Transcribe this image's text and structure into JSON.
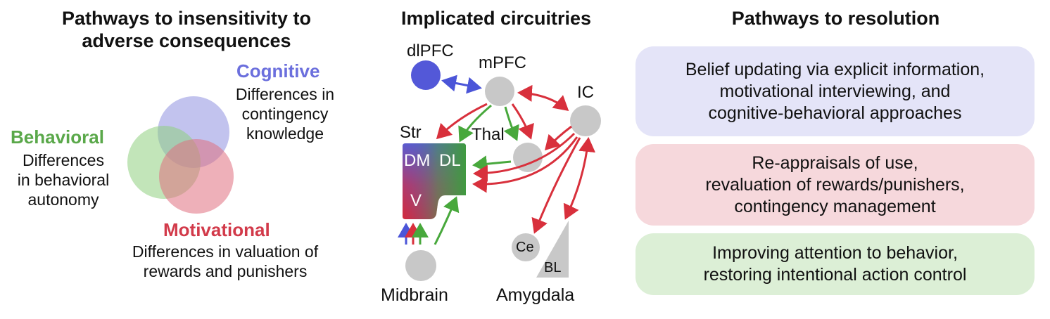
{
  "left": {
    "header": [
      "Pathways to insensitivity to",
      "adverse consequences"
    ],
    "cognitive": {
      "title": "Cognitive",
      "lines": [
        "Differences in",
        "contingency",
        "knowledge"
      ],
      "color": "#6b6fdd"
    },
    "behavioral": {
      "title": "Behavioral",
      "lines": [
        "Differences",
        "in behavioral",
        "autonomy"
      ],
      "color": "#5aa84a"
    },
    "motivational": {
      "title": "Motivational",
      "lines": [
        "Differences in valuation of",
        "rewards and punishers"
      ],
      "color": "#d23a4a"
    }
  },
  "middle": {
    "header": "Implicated circuitries",
    "nodes": {
      "dlpfc": "dlPFC",
      "mpfc": "mPFC",
      "ic": "IC",
      "str": "Str",
      "thal": "Thal",
      "dm": "DM",
      "dl": "DL",
      "v": "V",
      "ce": "Ce",
      "bl": "BL",
      "midbrain": "Midbrain",
      "amygdala": "Amygdala"
    }
  },
  "right": {
    "header": "Pathways to resolution",
    "boxes": [
      {
        "lines": [
          "Belief updating via explicit information,",
          "motivational interviewing, and",
          "cognitive-behavioral approaches"
        ],
        "color": "#e4e4f8"
      },
      {
        "lines": [
          "Re-appraisals of use,",
          "revaluation of rewards/punishers,",
          "contingency management"
        ],
        "color": "#f6d8dc"
      },
      {
        "lines": [
          "Improving attention to behavior,",
          "restoring intentional action control"
        ],
        "color": "#dcefd6"
      }
    ]
  }
}
